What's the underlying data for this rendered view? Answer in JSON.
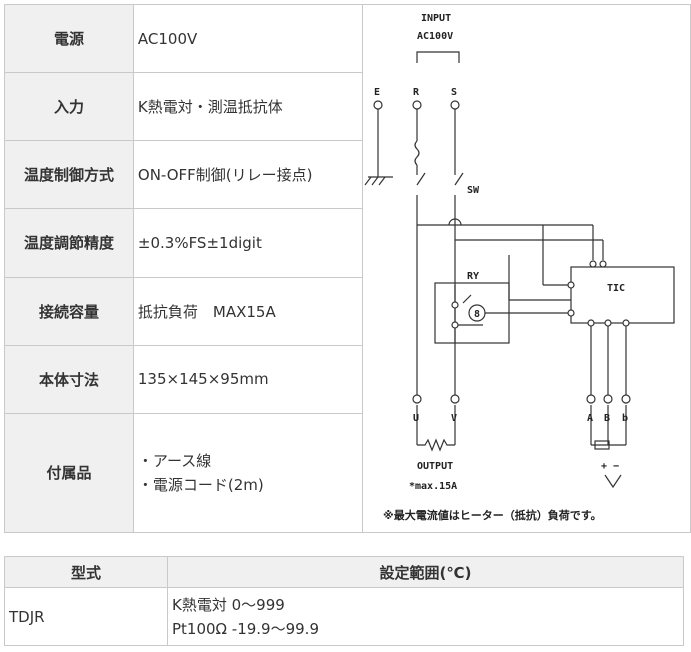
{
  "spec": {
    "rows": [
      {
        "label": "電源",
        "value": "AC100V"
      },
      {
        "label": "入力",
        "value": "K熱電対・測温抵抗体"
      },
      {
        "label": "温度制御方式",
        "value": "ON-OFF制御(リレー接点)"
      },
      {
        "label": "温度調節精度",
        "value": "±0.3%FS±1digit"
      },
      {
        "label": "接続容量",
        "value": "抵抗負荷　MAX15A"
      },
      {
        "label": "本体寸法",
        "value": "135×145×95mm"
      },
      {
        "label": "付属品",
        "value_lines": [
          "・アース線",
          "・電源コード(2m)"
        ]
      }
    ]
  },
  "diagram": {
    "input": "INPUT",
    "input_voltage": "AC100V",
    "terminals_top": [
      "E",
      "R",
      "S"
    ],
    "sw": "SW",
    "ry": "RY",
    "tic": "TIC",
    "terminals_bottom": [
      "U",
      "V",
      "A",
      "B",
      "b"
    ],
    "output": "OUTPUT",
    "max": "*max.15A",
    "plus_minus": "+ −",
    "note": "※最大電流値はヒーター（抵抗）負荷です。"
  },
  "model_table": {
    "headers": [
      "型式",
      "設定範囲(℃)"
    ],
    "model": "TDJR",
    "ranges": [
      "K熱電対 0〜999",
      "Pt100Ω -19.9〜99.9"
    ]
  }
}
